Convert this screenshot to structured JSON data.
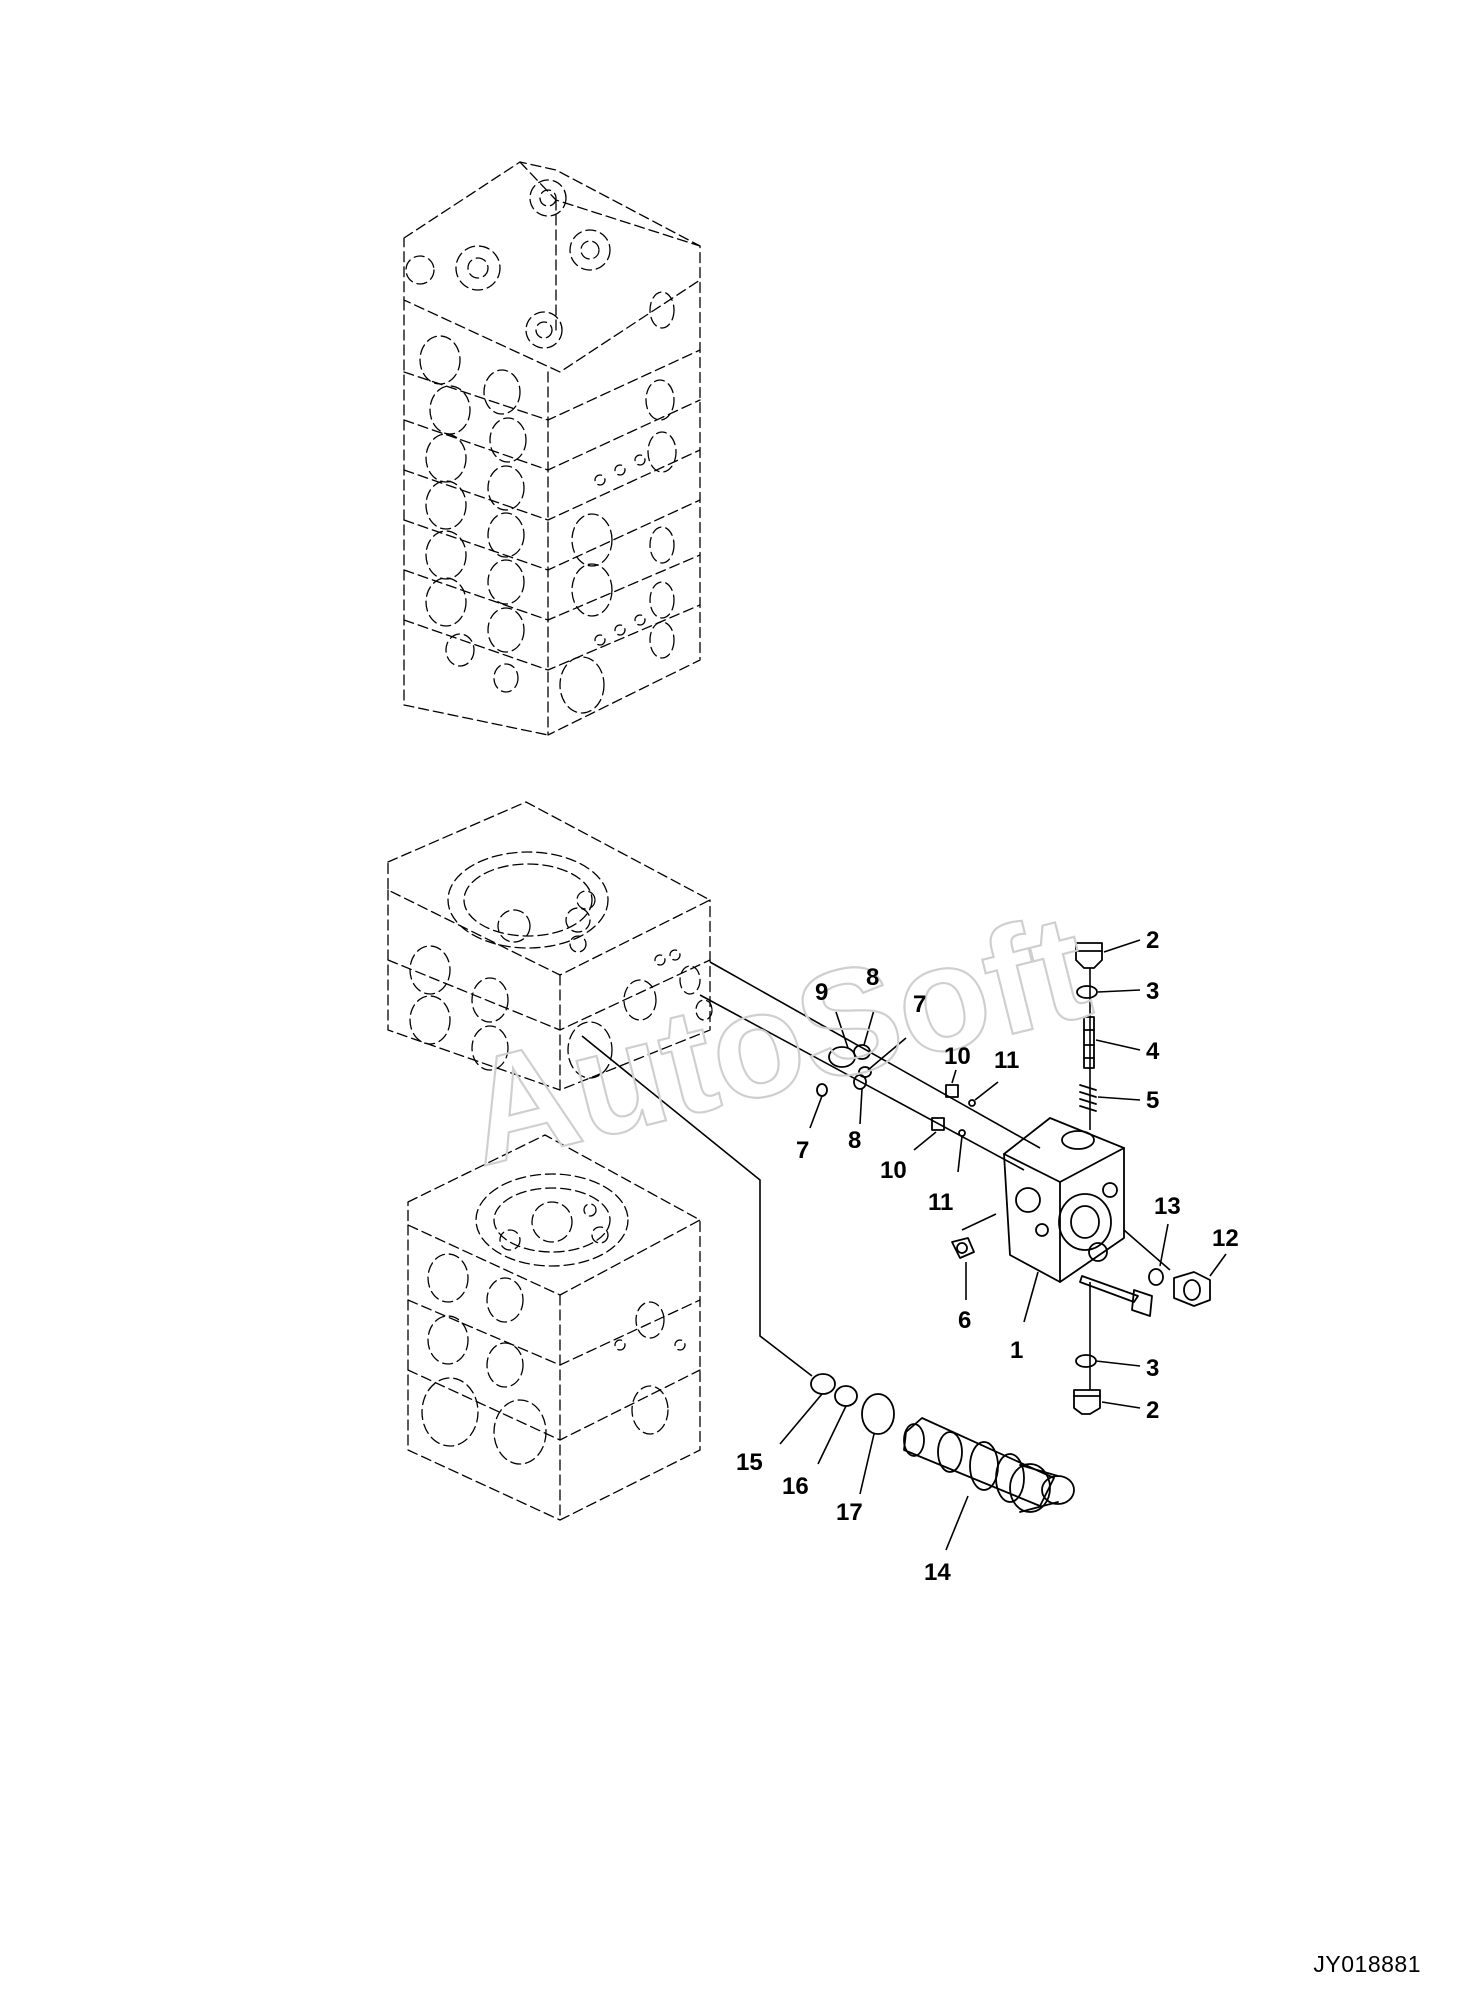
{
  "watermark": "AutoSoft",
  "drawing_code": "JY018881",
  "callouts": {
    "c1": "1",
    "c2a": "2",
    "c2b": "2",
    "c3a": "3",
    "c3b": "3",
    "c4": "4",
    "c5": "5",
    "c6": "6",
    "c7a": "7",
    "c7b": "7",
    "c8a": "8",
    "c8b": "8",
    "c9": "9",
    "c10a": "10",
    "c10b": "10",
    "c11a": "11",
    "c11b": "11",
    "c12": "12",
    "c13": "13",
    "c14": "14",
    "c15": "15",
    "c16": "16",
    "c17": "17"
  }
}
